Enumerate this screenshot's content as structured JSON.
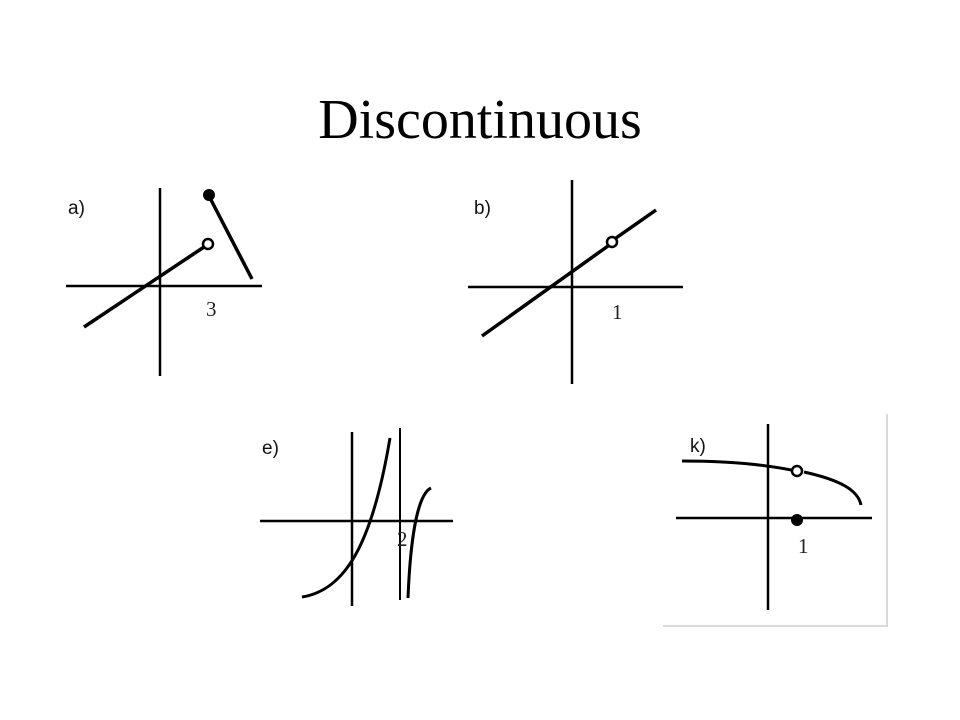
{
  "title": "Discontinuous",
  "colors": {
    "ink": "#000000",
    "background": "#ffffff",
    "panel_border": "#cfcfcf"
  },
  "graphs": [
    {
      "label": "a)",
      "tick": "3"
    },
    {
      "label": "b)",
      "tick": "1"
    },
    {
      "label": "e)",
      "tick": "2"
    },
    {
      "label": "k)",
      "tick": "1"
    }
  ]
}
